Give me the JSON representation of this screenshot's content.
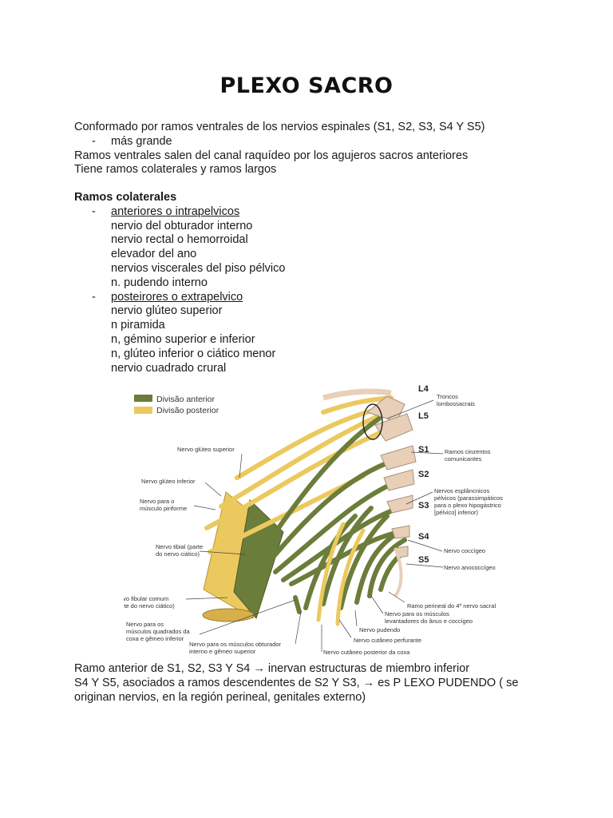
{
  "title": "PLEXO SACRO",
  "intro": {
    "line1": "Conformado por ramos ventrales de los nervios espinales (S1, S2, S3, S4 Y S5)",
    "bullet_dash": "-",
    "bullet1": "más grande",
    "line2": "Ramos ventrales salen del canal raquídeo por los agujeros sacros anteriores",
    "line3": "Tiene ramos colaterales y ramos largos"
  },
  "colaterales": {
    "heading": "Ramos colaterales",
    "group1": {
      "dash": "-",
      "label": "anteriores o intrapelvicos",
      "items": [
        "nervio del obturador interno",
        "nervio rectal o hemorroidal",
        "elevador del ano",
        "nervios viscerales del piso pélvico",
        "n. pudendo interno"
      ]
    },
    "group2": {
      "dash": "-",
      "label": "posteirores o extrapelvico",
      "items": [
        "nervio glúteo superior",
        "n piramida",
        "n, gémino superior e inferior",
        "n, glúteo inferior o ciático menor",
        "nervio cuadrado crural"
      ]
    }
  },
  "figure": {
    "colors": {
      "anterior": "#6b7d3a",
      "posterior": "#ecc95e",
      "root": "#e8cfb8",
      "bg": "#ffffff"
    },
    "legend": {
      "anterior": "Divisão anterior",
      "posterior": "Divisão posterior"
    },
    "labels": {
      "l4": "L4",
      "l5": "L5",
      "s1": "S1",
      "s2": "S2",
      "s3": "S3",
      "s4": "S4",
      "s5": "S5",
      "troncos1": "Troncos",
      "troncos2": "lombossacrais",
      "ramos1": "Ramos cinzentos",
      "ramos2": "comunicantes",
      "espl1": "Nervos esplâncnicos",
      "espl2": "pélvicos (parassimpáticos",
      "espl3": "para o plexo hipogástrico",
      "espl4": "[pélvico] inferior)",
      "coccigeo": "Nervo coccígeo",
      "anococcigeo": "Nervo anococcígeo",
      "perineal": "Ramo perineal do 4º nervo sacral",
      "levant1": "Nervo para os músculos",
      "levant2": "levantadores do ânus e coccígeo",
      "pudendo": "Nervo pudendo",
      "perfurante": "Nervo cutâneo perfurante",
      "cutaneo_post": "Nervo cutâneo posterior da coxa",
      "obturador1": "Nervo para os músculos obturador",
      "obturador2": "interno e gêmeo superior",
      "quadrado1": "Nervo para os",
      "quadrado2": "músculos quadrados da",
      "quadrado3": "coxa e gêmeo inferior",
      "fibular1": "Nervo fibular comum",
      "fibular2": "(parte do nervo ciático)",
      "tibial1": "Nervo tibial (parte",
      "tibial2": "do nervo ciático)",
      "piriforme1": "Nervo para o",
      "piriforme2": "músculo piriforme",
      "gluteo_inf": "Nervo glúteo inferior",
      "gluteo_sup": "Nervo glúteo superior"
    }
  },
  "conclusion": {
    "line1": "Ramo anterior de S1, S2, S3 Y S4 → inervan estructuras de miembro inferior",
    "line2": "S4 Y S5, asociados a ramos descendentes de S2 Y S3, → es P LEXO PUDENDO ( se",
    "line3": "originan nervios, en la región perineal, genitales externo)"
  }
}
